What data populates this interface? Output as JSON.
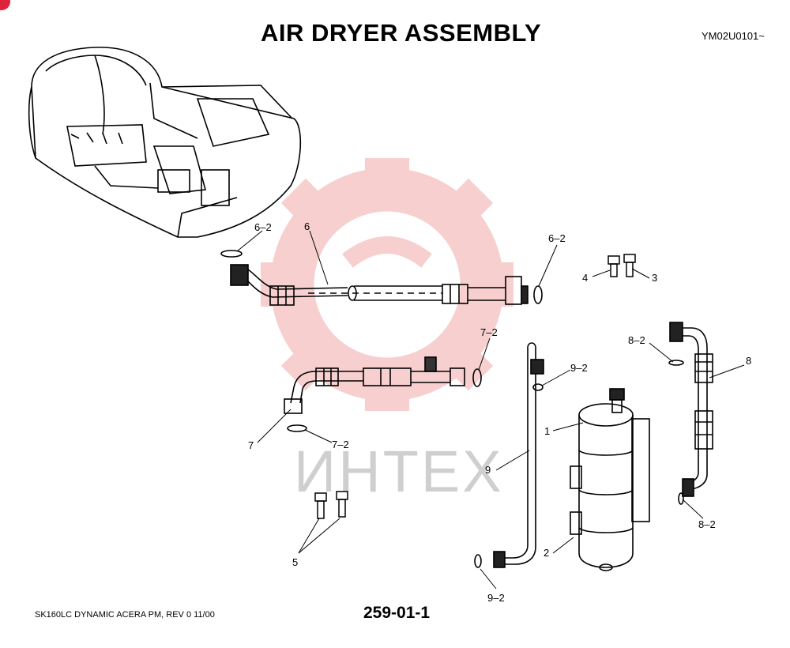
{
  "header": {
    "title": "AIR DRYER ASSEMBLY",
    "model_code": "YM02U0101~"
  },
  "footer": {
    "left_text": "SK160LC DYNAMIC ACERA PM,  REV 0 11/00",
    "page_number": "259-01-1"
  },
  "watermark": {
    "text": "ИНТЕХ",
    "color": "#f2a8a8"
  },
  "callouts": {
    "c6_2a": "6–2",
    "c6": "6",
    "c6_2b": "6–2",
    "c4": "4",
    "c3": "3",
    "c7_2a": "7–2",
    "c9_2a": "9–2",
    "c8_2a": "8–2",
    "c8": "8",
    "c1": "1",
    "c7": "7",
    "c7_2b": "7–2",
    "c9": "9",
    "c5": "5",
    "c2": "2",
    "c9_2b": "9–2",
    "c8_2b": "8–2"
  },
  "colors": {
    "line": "#000000",
    "watermark_gear": "#f4b8b8",
    "badge": "#e0223a"
  }
}
